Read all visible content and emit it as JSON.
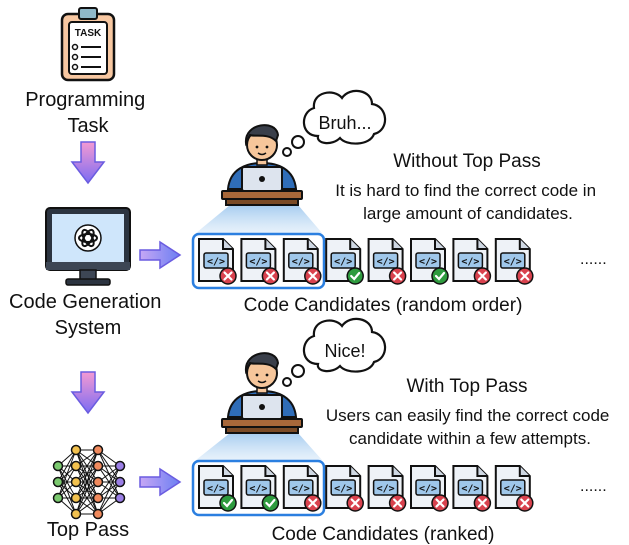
{
  "left_column": {
    "task_icon_text": "TASK",
    "programming_task": [
      "Programming",
      "Task"
    ],
    "code_generation": [
      "Code Generation",
      "System"
    ],
    "top_pass": "Top Pass"
  },
  "without": {
    "thought": "Bruh...",
    "heading": "Without Top Pass",
    "description": [
      "It is hard to find the correct code in",
      "large amount of candidates."
    ],
    "caption": "Code Candidates (random order)",
    "results": [
      "fail",
      "fail",
      "fail",
      "pass",
      "fail",
      "pass",
      "fail",
      "fail"
    ]
  },
  "with": {
    "thought": "Nice!",
    "heading": "With Top Pass",
    "description": [
      "Users can easily find the correct code",
      "candidate within a few attempts."
    ],
    "caption": "Code Candidates (ranked)",
    "results": [
      "pass",
      "pass",
      "fail",
      "fail",
      "fail",
      "fail",
      "fail",
      "fail"
    ]
  },
  "ellipsis": "......",
  "code_glyph": "</>",
  "colors": {
    "pass": "#2e9b3e",
    "fail": "#d9424e",
    "highlight": "#2b7fe0",
    "arrow": "#8a6cf0"
  }
}
